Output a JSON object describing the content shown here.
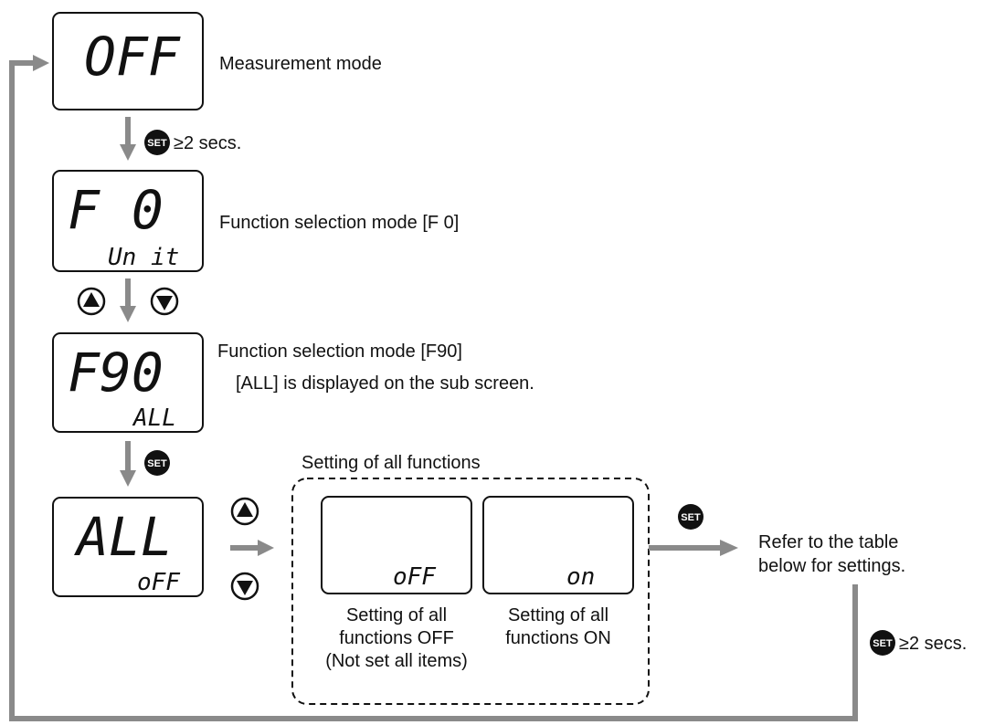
{
  "displays": {
    "measurement": {
      "main": "OFF",
      "sub": ""
    },
    "f0": {
      "main": "F  0",
      "sub": "Un it"
    },
    "f90": {
      "main": "F90",
      "sub": "ALL"
    },
    "all": {
      "main": "ALL",
      "sub": "oFF"
    },
    "option_off": {
      "sub": "oFF"
    },
    "option_on": {
      "sub": "on"
    }
  },
  "labels": {
    "measurement_mode": "Measurement mode",
    "set_hold_1": "≥2 secs.",
    "function_selection_f0": "Function selection mode [F 0]",
    "function_selection_f90": "Function selection mode [F90]",
    "all_on_sub_screen": "[ALL] is displayed on the sub screen.",
    "setting_of_all_functions": "Setting of all functions",
    "off_caption": [
      "Setting of all",
      "functions OFF",
      "(Not set all items)"
    ],
    "on_caption": [
      "Setting of all",
      "functions ON"
    ],
    "refer_table": [
      "Refer to the table",
      "below for settings."
    ],
    "set_hold_2": "≥2 secs."
  },
  "buttons": {
    "set": "SET"
  },
  "colors": {
    "arrow": "#8a8a8a",
    "ink": "#111111"
  }
}
